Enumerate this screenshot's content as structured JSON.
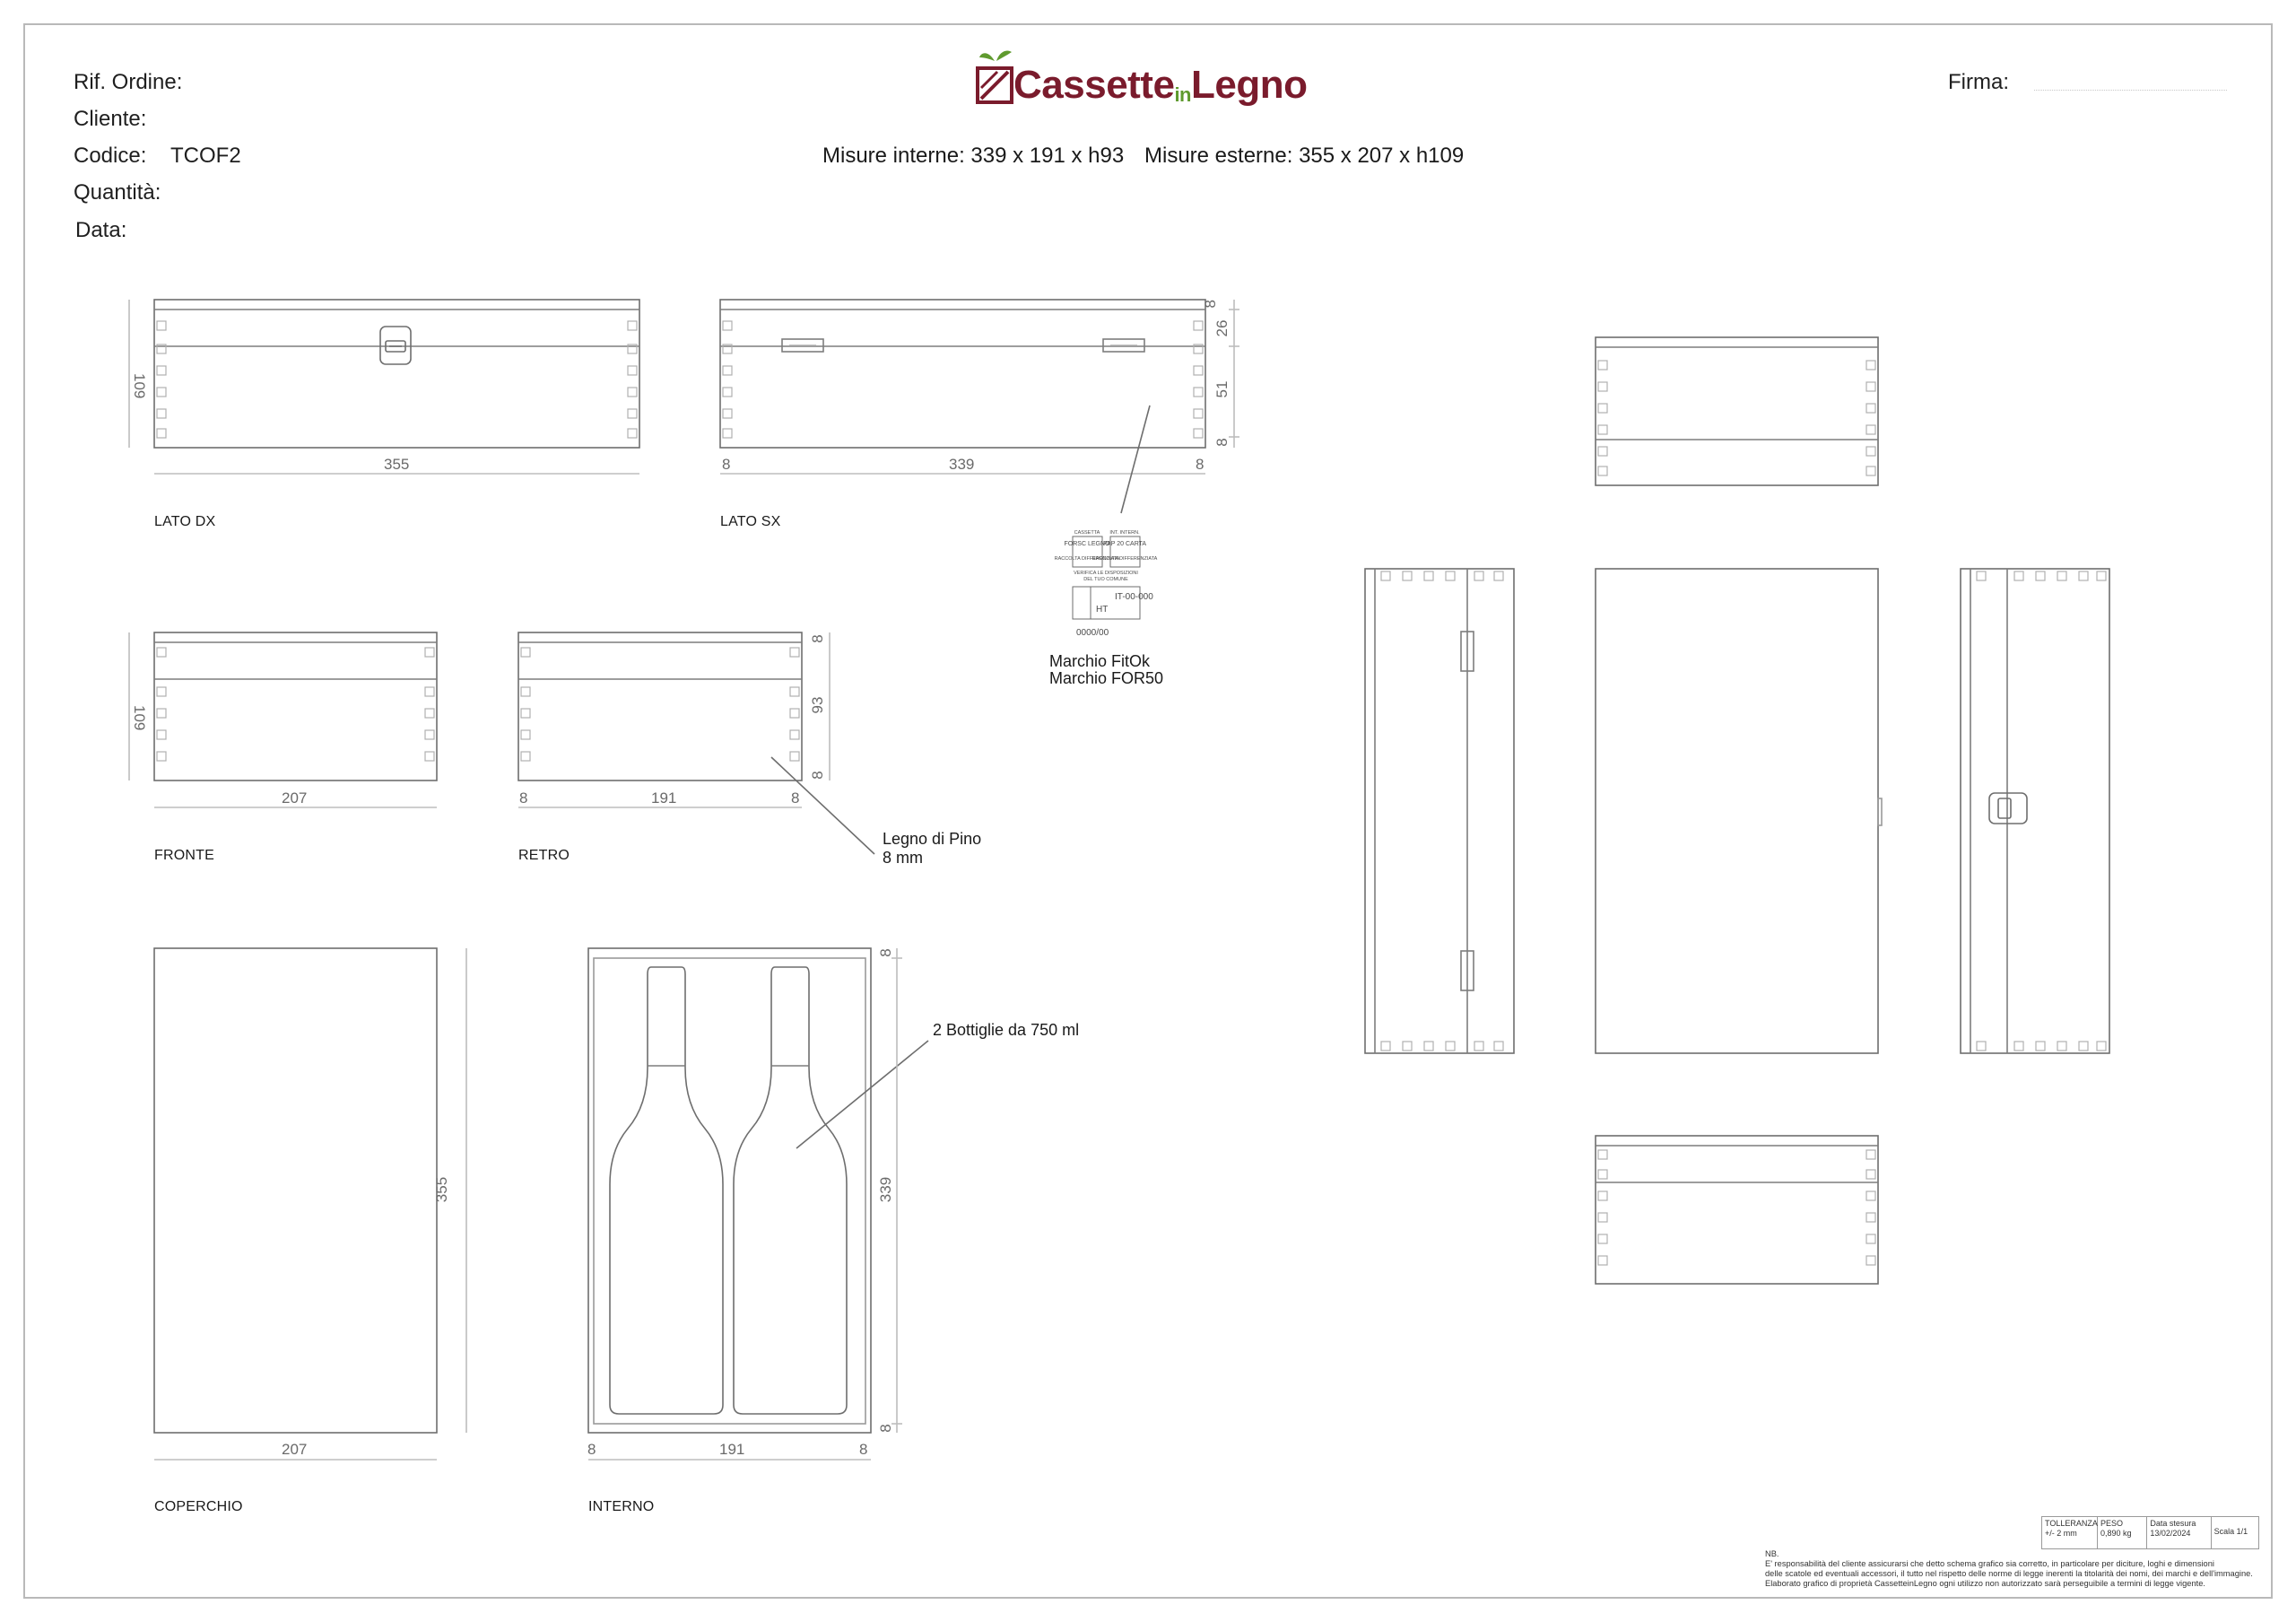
{
  "header": {
    "rif_ordine_label": "Rif. Ordine:",
    "cliente_label": "Cliente:",
    "codice_label": "Codice:",
    "codice_value": "TCOF2",
    "quantita_label": "Quantità:",
    "data_label": "Data:",
    "firma_label": "Firma:",
    "misure_interne": "Misure interne: 339 x 191 x h93",
    "misure_esterne": "Misure esterne:  355 x 207 x h109"
  },
  "logo": {
    "word_1": "Cassette",
    "word_2": "in",
    "word_3": "Legno",
    "brand_color": "#7a1b2c",
    "leaf_color": "#5f9a2e"
  },
  "views": {
    "lato_dx": {
      "label": "LATO DX",
      "width_dim": "355",
      "height_dim": "109"
    },
    "lato_sx": {
      "label": "LATO SX",
      "dim_left": "8",
      "dim_mid": "339",
      "dim_right": "8",
      "v_dims": [
        "8",
        "26",
        "51",
        "8"
      ]
    },
    "fronte": {
      "label": "FRONTE",
      "width_dim": "207",
      "height_dim": "109"
    },
    "retro": {
      "label": "RETRO",
      "dim_left": "8",
      "dim_mid": "191",
      "dim_right": "8",
      "v_dims": [
        "8",
        "93",
        "8"
      ]
    },
    "coperchio": {
      "label": "COPERCHIO",
      "width_dim": "207",
      "height_dim": "355"
    },
    "interno": {
      "label": "INTERNO",
      "dim_left": "8",
      "dim_mid": "191",
      "dim_right": "8",
      "v_dims": [
        "8",
        "339",
        "8"
      ]
    }
  },
  "callouts": {
    "marchio_1": "Marchio FitOk",
    "marchio_2": "Marchio FOR50",
    "legno_1": "Legno di Pino",
    "legno_2": "8 mm",
    "bottiglie": "2 Bottiglie da 750 ml"
  },
  "stamp": {
    "a1": "CASSETTA",
    "a2": "FORSC LEGNO",
    "a3": "RACCOLTA DIFFERENZIATA",
    "b1": "INT. INTERN.",
    "b2": "PAP 20 CARTA",
    "b3": "RACCOLTA DIFFERENZIATA",
    "c1": "VERIFICA LE DISPOSIZIONI",
    "c2": "DEL TUO COMUNE",
    "d1": "IT-00-000",
    "d2": "HT",
    "e1": "0000/00"
  },
  "title_block": {
    "tolleranza_label": "TOLLERANZA",
    "tolleranza_value": "+/- 2 mm",
    "peso_label": "PESO",
    "peso_value": "0,890 kg",
    "data_stesura_label": "Data stesura",
    "data_stesura_value": "13/02/2024",
    "scala": "Scala 1/1"
  },
  "disclaimer": {
    "nb": "NB.",
    "line_1": "E' responsabilità del cliente assicurarsi che detto schema grafico sia corretto, in particolare per diciture, loghi e dimensioni",
    "line_2": "delle scatole ed eventuali accessori, il tutto nel rispetto delle norme di legge inerenti la titolarità dei nomi, dei marchi e dell'immagine.",
    "line_3": "Elaborato grafico di proprietà CassetteinLegno ogni utilizzo non autorizzato sarà perseguibile a termini di legge vigente."
  }
}
